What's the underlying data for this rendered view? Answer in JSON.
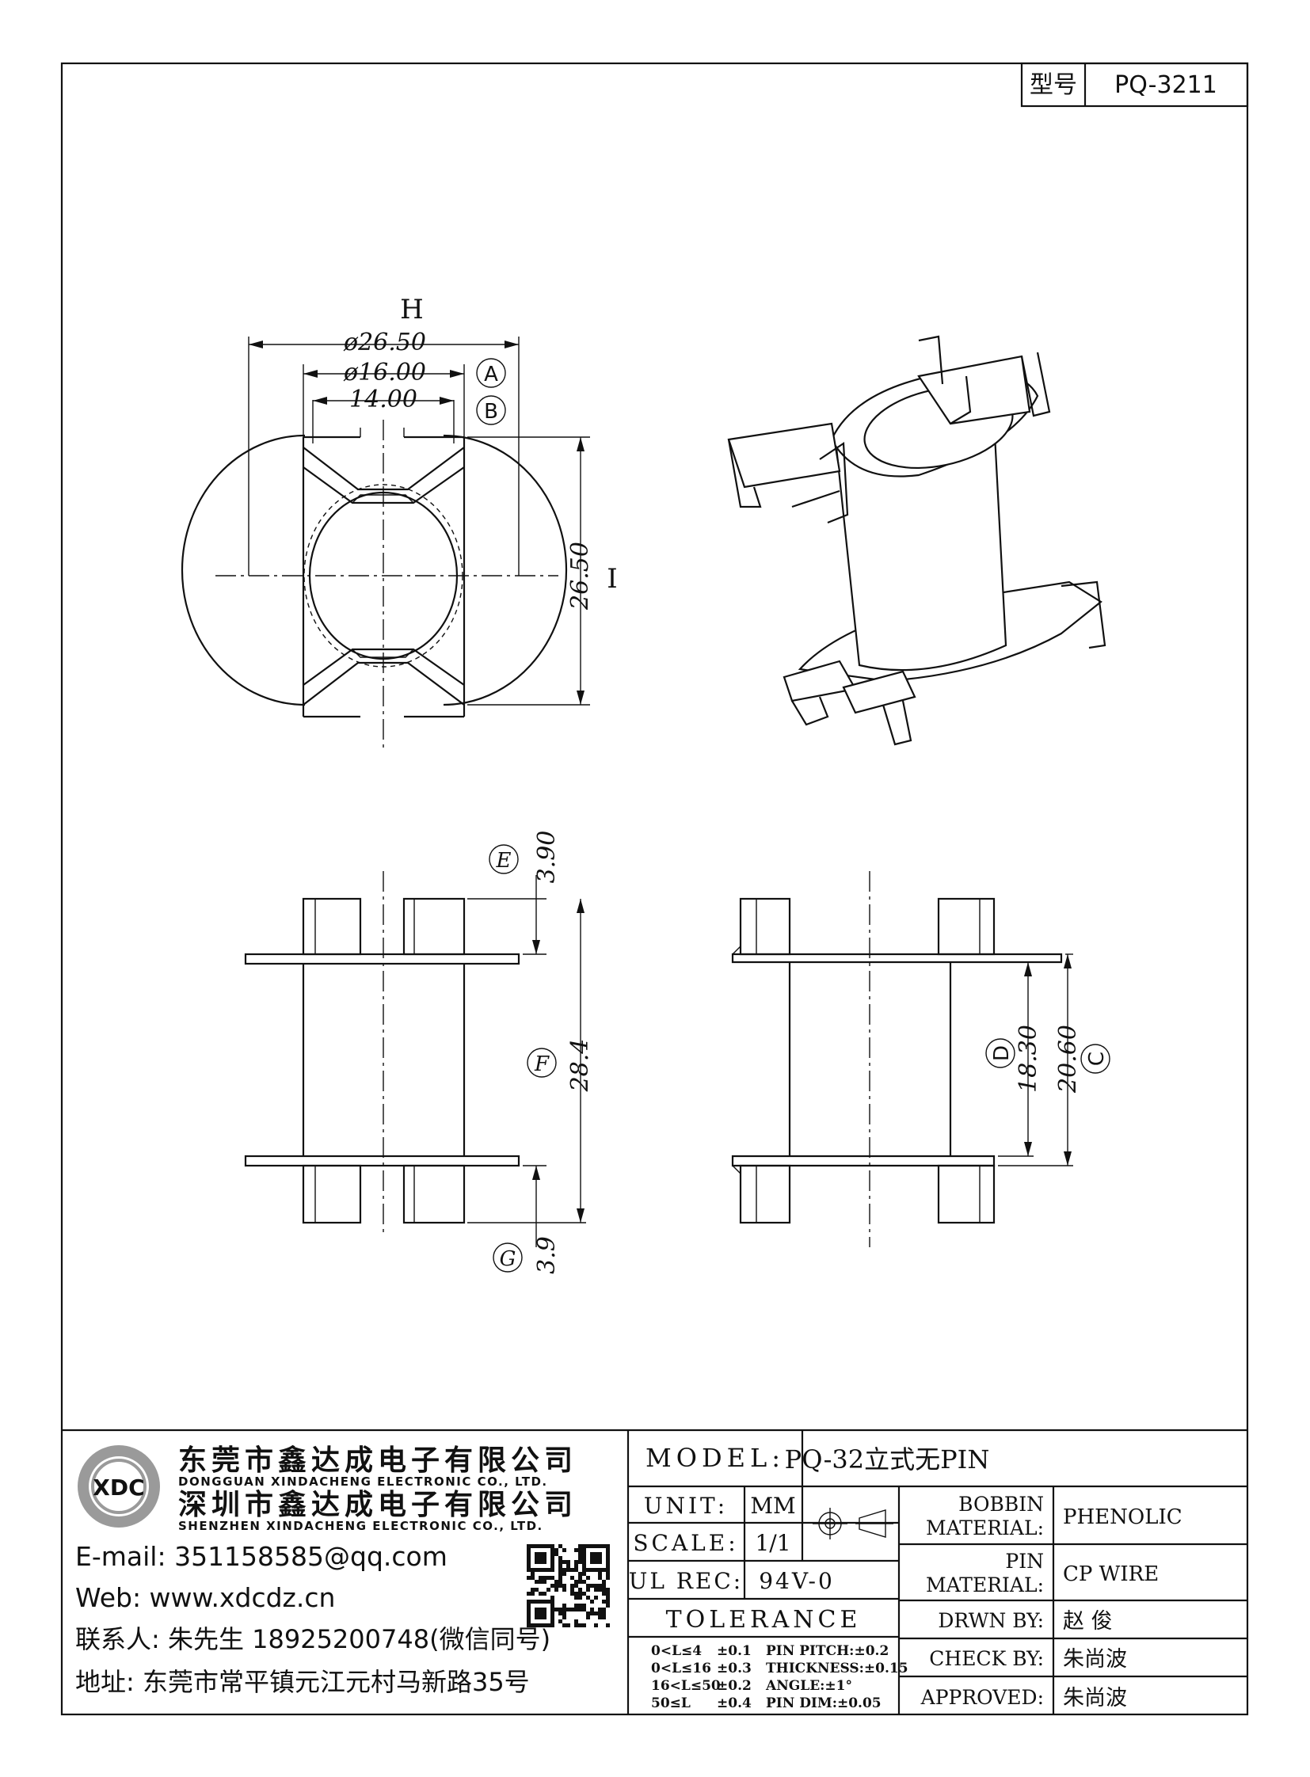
{
  "title_block_top": {
    "type_label": "型号",
    "type_value": "PQ-3211"
  },
  "top_view": {
    "label_h": "H",
    "dim_outer": "ø26.50",
    "dim_inner": "ø16.00",
    "dim_slot": "14.00",
    "dim_height": "26.50",
    "label_i": "I",
    "marker_a": "A",
    "marker_b": "B"
  },
  "front_view": {
    "dim_top": "3.90",
    "dim_total": "28.4",
    "dim_bottom": "3.9",
    "marker_e": "E",
    "marker_f": "F",
    "marker_g": "G"
  },
  "side_view": {
    "dim_inner": "18.30",
    "dim_outer": "20.60",
    "marker_d": "D",
    "marker_c": "C"
  },
  "company": {
    "logo_text": "XDC",
    "name_dg": "东莞市鑫达成电子有限公司",
    "name_dg_en": "DONGGUAN XINDACHENG ELECTRONIC CO., LTD.",
    "name_sz": "深圳市鑫达成电子有限公司",
    "name_sz_en": "SHENZHEN XINDACHENG ELECTRONIC CO., LTD.",
    "email": "E-mail: 351158585@qq.com",
    "web": "Web: www.xdcdz.cn",
    "contact": "联系人: 朱先生 18925200748(微信同号)",
    "address": "地址: 东莞市常平镇元江元村马新路35号"
  },
  "title_block": {
    "model_label": "MODEL:",
    "model_value": "PQ-32立式无PIN",
    "unit_label": "UNIT:",
    "unit_value": "MM",
    "scale_label": "SCALE:",
    "scale_value": "1/1",
    "ul_label": "UL REC:",
    "ul_value": "94V-0",
    "tolerance_label": "TOLERANCE",
    "tolerances": [
      {
        "range": "0<L≤4",
        "value": "±0.1",
        "param": "PIN PITCH:±0.2"
      },
      {
        "range": "0<L≤16",
        "value": "±0.3",
        "param": "THICKNESS:±0.15"
      },
      {
        "range": "16<L≤50",
        "value": "±0.2",
        "param": "ANGLE:±1°"
      },
      {
        "range": "50≤L",
        "value": "±0.4",
        "param": "PIN DIM:±0.05"
      }
    ],
    "bobbin_material_label_1": "BOBBIN",
    "bobbin_material_label_2": "MATERIAL:",
    "bobbin_material_value": "PHENOLIC",
    "pin_material_label_1": "PIN",
    "pin_material_label_2": "MATERIAL:",
    "pin_material_value": "CP WIRE",
    "drawn_label": "DRWN BY:",
    "drawn_value": "赵 俊",
    "check_label": "CHECK BY:",
    "check_value": "朱尚波",
    "approved_label": "APPROVED:",
    "approved_value": "朱尚波"
  }
}
